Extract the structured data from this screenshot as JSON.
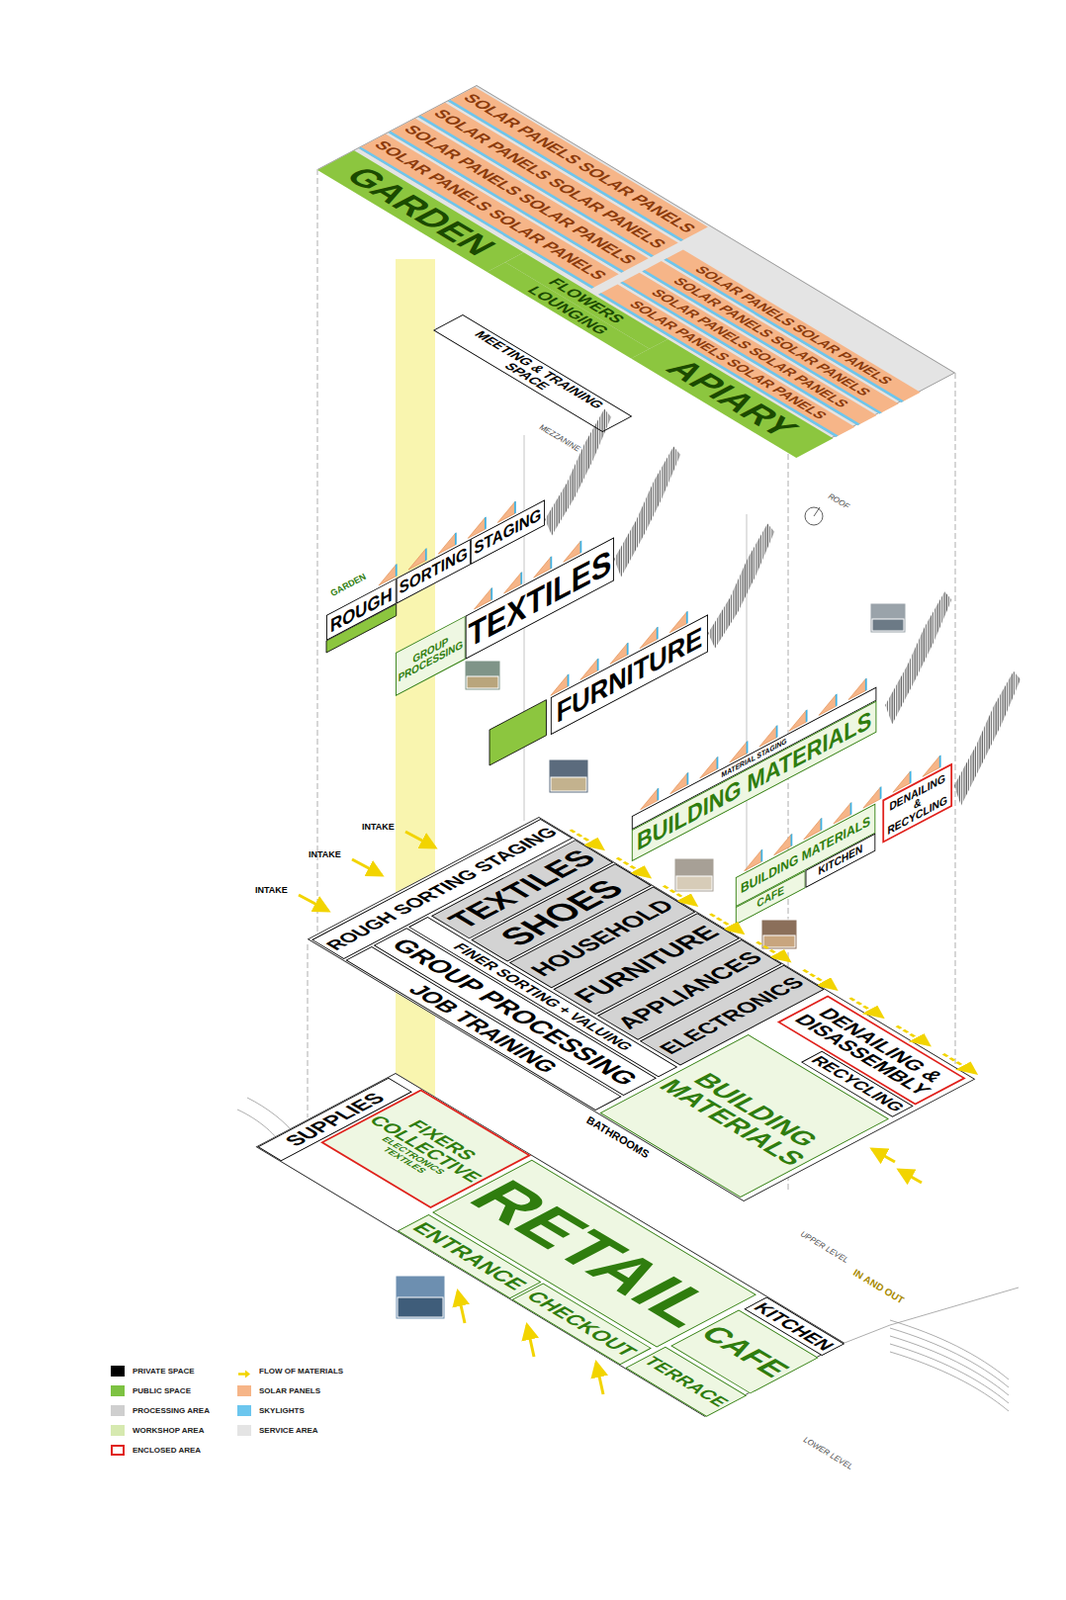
{
  "diagram": {
    "nodes": [
      {
        "text": [
          "SOLAR PANELS SOLAR PANELS"
        ]
      },
      {
        "text": [
          "SOLAR PANELS SOLAR PANELS"
        ]
      },
      {
        "text": [
          "SOLAR PANELS SOLAR PANELS"
        ]
      },
      {
        "text": [
          "SOLAR PANELS SOLAR PANELS"
        ]
      },
      {
        "text": [
          "SOLAR PANELS SOLAR PANELS"
        ]
      },
      {
        "text": [
          "SOLAR PANELS SOLAR PANELS"
        ]
      },
      {
        "text": [
          "SOLAR PANELS SOLAR PANELS"
        ]
      },
      {
        "text": [
          "SOLAR PANELS SOLAR PANELS"
        ]
      },
      {
        "text": [
          "GARDEN"
        ]
      },
      {
        "text": [
          "FLOWERS"
        ]
      },
      {
        "text": [
          "LOUNGING"
        ]
      },
      {
        "text": [
          "APIARY"
        ]
      },
      {
        "text": [
          "MEETING & TRAINING SPACE"
        ]
      },
      {
        "text": [
          "ROUGH"
        ]
      },
      {
        "text": [
          "SORTING"
        ]
      },
      {
        "text": [
          "STAGING"
        ]
      },
      {
        "text": [
          "GROUP PROCESSING"
        ]
      },
      {
        "text": [
          "TEXTILES"
        ]
      },
      {
        "text": [
          "FURNITURE"
        ]
      },
      {
        "text": [
          "MATERIAL STAGING"
        ]
      },
      {
        "text": [
          "BUILDING MATERIALS"
        ]
      },
      {
        "text": [
          "BUILDING MATERIALS"
        ]
      },
      {
        "text": [
          "CAFE"
        ]
      },
      {
        "text": [
          "KITCHEN"
        ]
      },
      {
        "text": [
          "DENAILING & RECYCLING"
        ]
      },
      {
        "text": [
          "ROUGH SORTING STAGING"
        ]
      },
      {
        "text": [
          "TEXTILES"
        ]
      },
      {
        "text": [
          "SHOES"
        ]
      },
      {
        "text": [
          "HOUSEHOLD"
        ]
      },
      {
        "text": [
          "FURNITURE"
        ]
      },
      {
        "text": [
          "APPLIANCES"
        ]
      },
      {
        "text": [
          "ELECTRONICS"
        ]
      },
      {
        "text": [
          "DENAILING & DISASSEMBLY"
        ]
      },
      {
        "text": [
          "RECYCLING"
        ]
      },
      {
        "text": [
          "FINER SORTING + VALUING"
        ]
      },
      {
        "text": [
          "GROUP PROCESSING"
        ]
      },
      {
        "text": [
          "JOB TRAINING"
        ]
      },
      {
        "text": [
          "BUILDING MATERIALS"
        ]
      },
      {
        "text": [
          "SUPPLIES"
        ]
      },
      {
        "text": [
          "FIXERS",
          "COLLECTIVE",
          "ELECTRONICS",
          "TEXTILES"
        ]
      },
      {
        "text": [
          "RETAIL"
        ]
      },
      {
        "text": [
          "ENTRANCE"
        ]
      },
      {
        "text": [
          "CHECKOUT"
        ]
      },
      {
        "text": [
          "KITCHEN"
        ]
      },
      {
        "text": [
          "CAFE"
        ]
      },
      {
        "text": [
          "TERRACE"
        ]
      }
    ],
    "labels": [
      "MEZZANINE",
      "ROOF",
      "GARDEN",
      "INTAKE",
      "INTAKE",
      "INTAKE",
      "BATHROOMS",
      "IN AND OUT",
      "UPPER LEVEL",
      "LOWER LEVEL"
    ],
    "legend": [
      {
        "text": "PRIVATE SPACE",
        "color": "#000000"
      },
      {
        "text": "PUBLIC SPACE",
        "color": "#7dc242"
      },
      {
        "text": "PROCESSING AREA",
        "color": "#cfcfcf"
      },
      {
        "text": "WORKSHOP AREA",
        "color": "#d6e9b0"
      },
      {
        "text": "ENCLOSED AREA"
      },
      {
        "text": "FLOW OF MATERIALS"
      },
      {
        "text": "SOLAR PANELS",
        "color": "#f6b588"
      },
      {
        "text": "SKYLIGHTS",
        "color": "#6cc6ee"
      },
      {
        "text": "SERVICE AREA",
        "color": "#e4e4e4"
      }
    ]
  }
}
